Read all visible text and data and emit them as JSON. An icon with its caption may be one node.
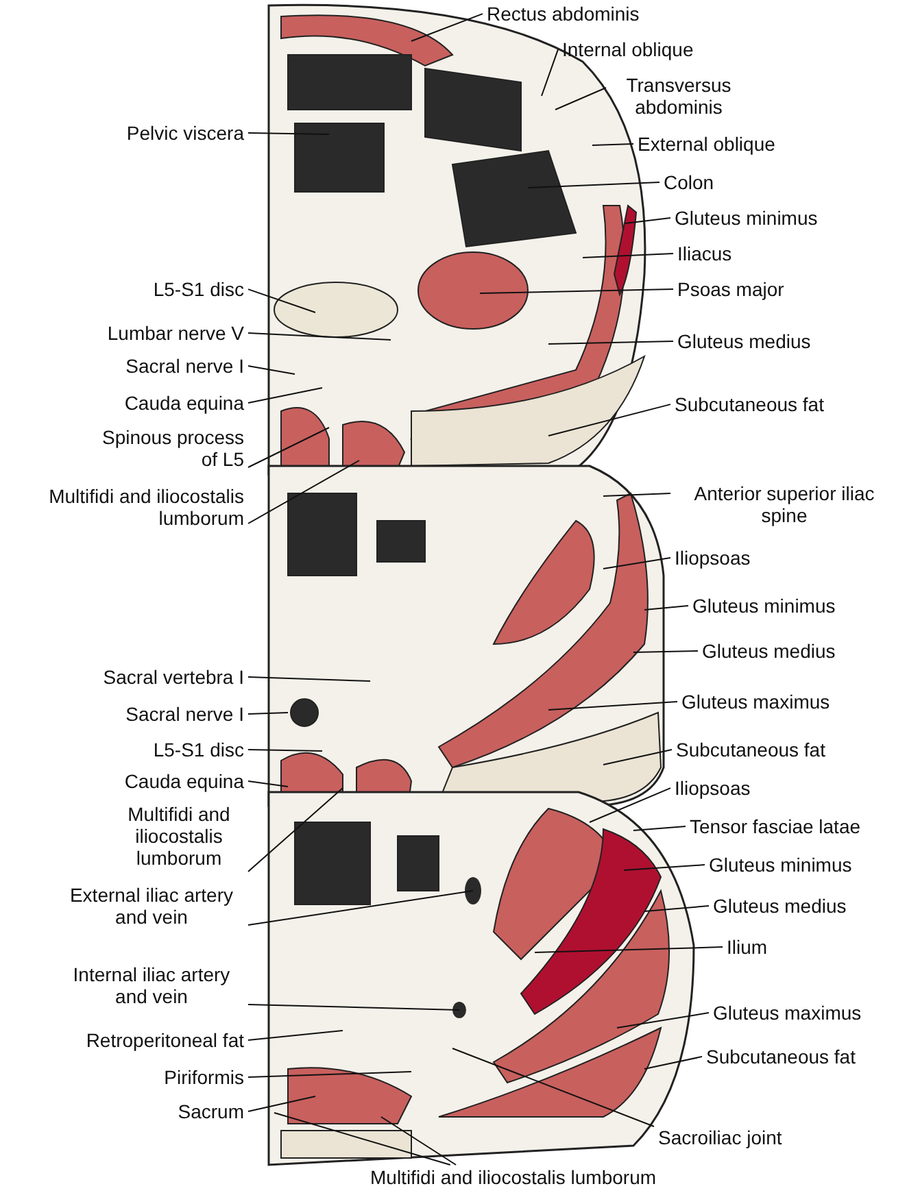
{
  "diagram": {
    "nodes": [
      {
        "text": [
          "Rectus abdominis"
        ]
      },
      {
        "text": [
          "Internal oblique"
        ]
      },
      {
        "text": [
          "Transversus abdominis"
        ]
      },
      {
        "text": [
          "External oblique"
        ]
      },
      {
        "text": [
          "Pelvic viscera"
        ]
      },
      {
        "text": [
          "Colon"
        ]
      },
      {
        "text": [
          "Gluteus minimus"
        ]
      },
      {
        "text": [
          "Iliacus"
        ]
      },
      {
        "text": [
          "Psoas major"
        ]
      },
      {
        "text": [
          "L5-S1 disc"
        ]
      },
      {
        "text": [
          "Lumbar nerve V"
        ]
      },
      {
        "text": [
          "Gluteus medius"
        ]
      },
      {
        "text": [
          "Sacral nerve I"
        ]
      },
      {
        "text": [
          "Cauda equina"
        ]
      },
      {
        "text": [
          "Subcutaneous fat"
        ]
      },
      {
        "text": [
          "Spinous process of L5"
        ]
      },
      {
        "text": [
          "Multifidi and iliocostalis lumborum"
        ]
      },
      {
        "text": [
          "Anterior superior iliac spine"
        ]
      },
      {
        "text": [
          "Iliopsoas"
        ]
      },
      {
        "text": [
          "Gluteus minimus"
        ]
      },
      {
        "text": [
          "Gluteus medius"
        ]
      },
      {
        "text": [
          "Sacral vertebra I"
        ]
      },
      {
        "text": [
          "Sacral nerve I"
        ]
      },
      {
        "text": [
          "L5-S1 disc"
        ]
      },
      {
        "text": [
          "Gluteus maximus"
        ]
      },
      {
        "text": [
          "Cauda equina"
        ]
      },
      {
        "text": [
          "Subcutaneous fat"
        ]
      },
      {
        "text": [
          "Multifidi and iliocostalis lumborum"
        ]
      },
      {
        "text": [
          "Iliopsoas"
        ]
      },
      {
        "text": [
          "Tensor fasciae latae"
        ]
      },
      {
        "text": [
          "Gluteus minimus"
        ]
      },
      {
        "text": [
          "External iliac artery and vein"
        ]
      },
      {
        "text": [
          "Gluteus medius"
        ]
      },
      {
        "text": [
          "Ilium"
        ]
      },
      {
        "text": [
          "Internal iliac artery and vein"
        ]
      },
      {
        "text": [
          "Gluteus maximus"
        ]
      },
      {
        "text": [
          "Retroperitoneal fat"
        ]
      },
      {
        "text": [
          "Subcutaneous fat"
        ]
      },
      {
        "text": [
          "Piriformis"
        ]
      },
      {
        "text": [
          "Sacrum"
        ]
      },
      {
        "text": [
          "Sacroiliac joint"
        ]
      },
      {
        "text": [
          "Multifidi and iliocostalis lumborum"
        ]
      }
    ],
    "edges": [
      {
        "from": 0,
        "to": null,
        "arrow": "none"
      },
      {
        "from": 1,
        "to": null,
        "arrow": "none"
      },
      {
        "from": 2,
        "to": null,
        "arrow": "none"
      },
      {
        "from": 3,
        "to": null,
        "arrow": "none"
      },
      {
        "from": 4,
        "to": null,
        "arrow": "none"
      },
      {
        "from": 5,
        "to": null,
        "arrow": "none"
      },
      {
        "from": 6,
        "to": null,
        "arrow": "none"
      },
      {
        "from": 7,
        "to": null,
        "arrow": "none"
      },
      {
        "from": 8,
        "to": null,
        "arrow": "none"
      },
      {
        "from": 9,
        "to": null,
        "arrow": "none"
      },
      {
        "from": 10,
        "to": null,
        "arrow": "none"
      },
      {
        "from": 11,
        "to": null,
        "arrow": "none"
      },
      {
        "from": 12,
        "to": null,
        "arrow": "none"
      },
      {
        "from": 13,
        "to": null,
        "arrow": "none"
      },
      {
        "from": 14,
        "to": null,
        "arrow": "none"
      },
      {
        "from": 15,
        "to": null,
        "arrow": "none"
      },
      {
        "from": 16,
        "to": null,
        "arrow": "none"
      },
      {
        "from": 17,
        "to": null,
        "arrow": "none"
      },
      {
        "from": 18,
        "to": null,
        "arrow": "none"
      },
      {
        "from": 19,
        "to": null,
        "arrow": "none"
      },
      {
        "from": 20,
        "to": null,
        "arrow": "none"
      },
      {
        "from": 21,
        "to": null,
        "arrow": "none"
      },
      {
        "from": 22,
        "to": null,
        "arrow": "none"
      },
      {
        "from": 23,
        "to": null,
        "arrow": "none"
      },
      {
        "from": 24,
        "to": null,
        "arrow": "none"
      },
      {
        "from": 25,
        "to": null,
        "arrow": "none"
      },
      {
        "from": 26,
        "to": null,
        "arrow": "none"
      },
      {
        "from": 27,
        "to": null,
        "arrow": "none"
      },
      {
        "from": 28,
        "to": null,
        "arrow": "none"
      },
      {
        "from": 29,
        "to": null,
        "arrow": "none"
      },
      {
        "from": 30,
        "to": null,
        "arrow": "none"
      },
      {
        "from": 31,
        "to": null,
        "arrow": "none"
      },
      {
        "from": 32,
        "to": null,
        "arrow": "none"
      },
      {
        "from": 33,
        "to": null,
        "arrow": "none"
      },
      {
        "from": 34,
        "to": null,
        "arrow": "none"
      },
      {
        "from": 35,
        "to": null,
        "arrow": "none"
      },
      {
        "from": 36,
        "to": null,
        "arrow": "none"
      },
      {
        "from": 37,
        "to": null,
        "arrow": "none"
      },
      {
        "from": 38,
        "to": null,
        "arrow": "none"
      },
      {
        "from": 39,
        "to": null,
        "arrow": "none"
      },
      {
        "from": 40,
        "to": null,
        "arrow": "none"
      },
      {
        "from": 41,
        "to": null,
        "arrow": "none"
      },
      {
        "from": 41,
        "to": null,
        "arrow": "none"
      }
    ]
  }
}
